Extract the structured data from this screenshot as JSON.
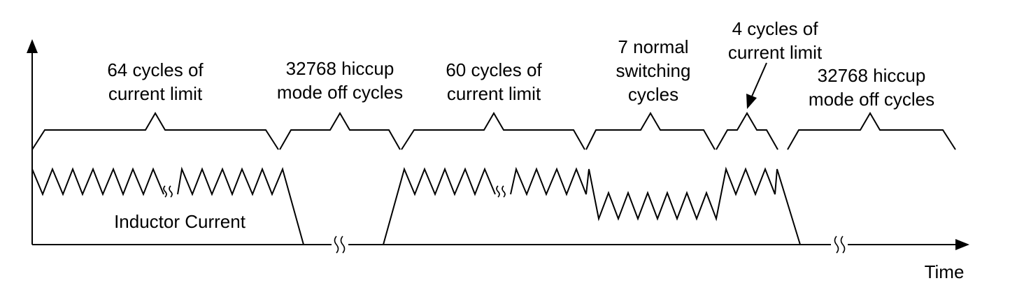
{
  "labels": {
    "seg1": [
      "64 cycles of",
      "current limit"
    ],
    "seg2": [
      "32768 hiccup",
      "mode off cycles"
    ],
    "seg3": [
      "60 cycles of",
      "current limit"
    ],
    "seg4": [
      "7 normal",
      "switching",
      "cycles"
    ],
    "seg5": [
      "4 cycles of",
      "current limit"
    ],
    "seg6": [
      "32768 hiccup",
      "mode off cycles"
    ],
    "inductor": "Inductor Current",
    "time": "Time"
  }
}
